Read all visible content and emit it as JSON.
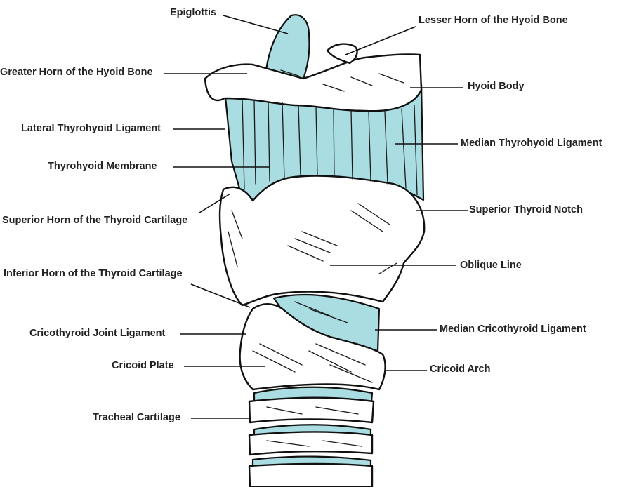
{
  "colors": {
    "teal": "#a9dde2",
    "ink": "#111111",
    "text": "#222222"
  },
  "labels": {
    "epiglottis": "Epiglottis",
    "lesser_horn_hyoid": "Lesser Horn of the Hyoid Bone",
    "greater_horn_hyoid": "Greater Horn of the Hyoid Bone",
    "hyoid_body": "Hyoid Body",
    "lateral_thyrohyoid_ligament": "Lateral Thyrohyoid Ligament",
    "median_thyrohyoid_ligament": "Median Thyrohyoid Ligament",
    "thyrohyoid_membrane": "Thyrohyoid Membrane",
    "superior_thyroid_notch": "Superior Thyroid Notch",
    "superior_horn_thyroid": "Superior Horn of the Thyroid Cartilage",
    "oblique_line": "Oblique Line",
    "inferior_horn_thyroid": "Inferior Horn of the Thyroid Cartilage",
    "median_cricothyroid_ligament": "Median Cricothyroid Ligament",
    "cricothyroid_joint_ligament": "Cricothyroid Joint Ligament",
    "cricoid_plate": "Cricoid Plate",
    "cricoid_arch": "Cricoid Arch",
    "tracheal_cartilage": "Tracheal Cartilage"
  }
}
